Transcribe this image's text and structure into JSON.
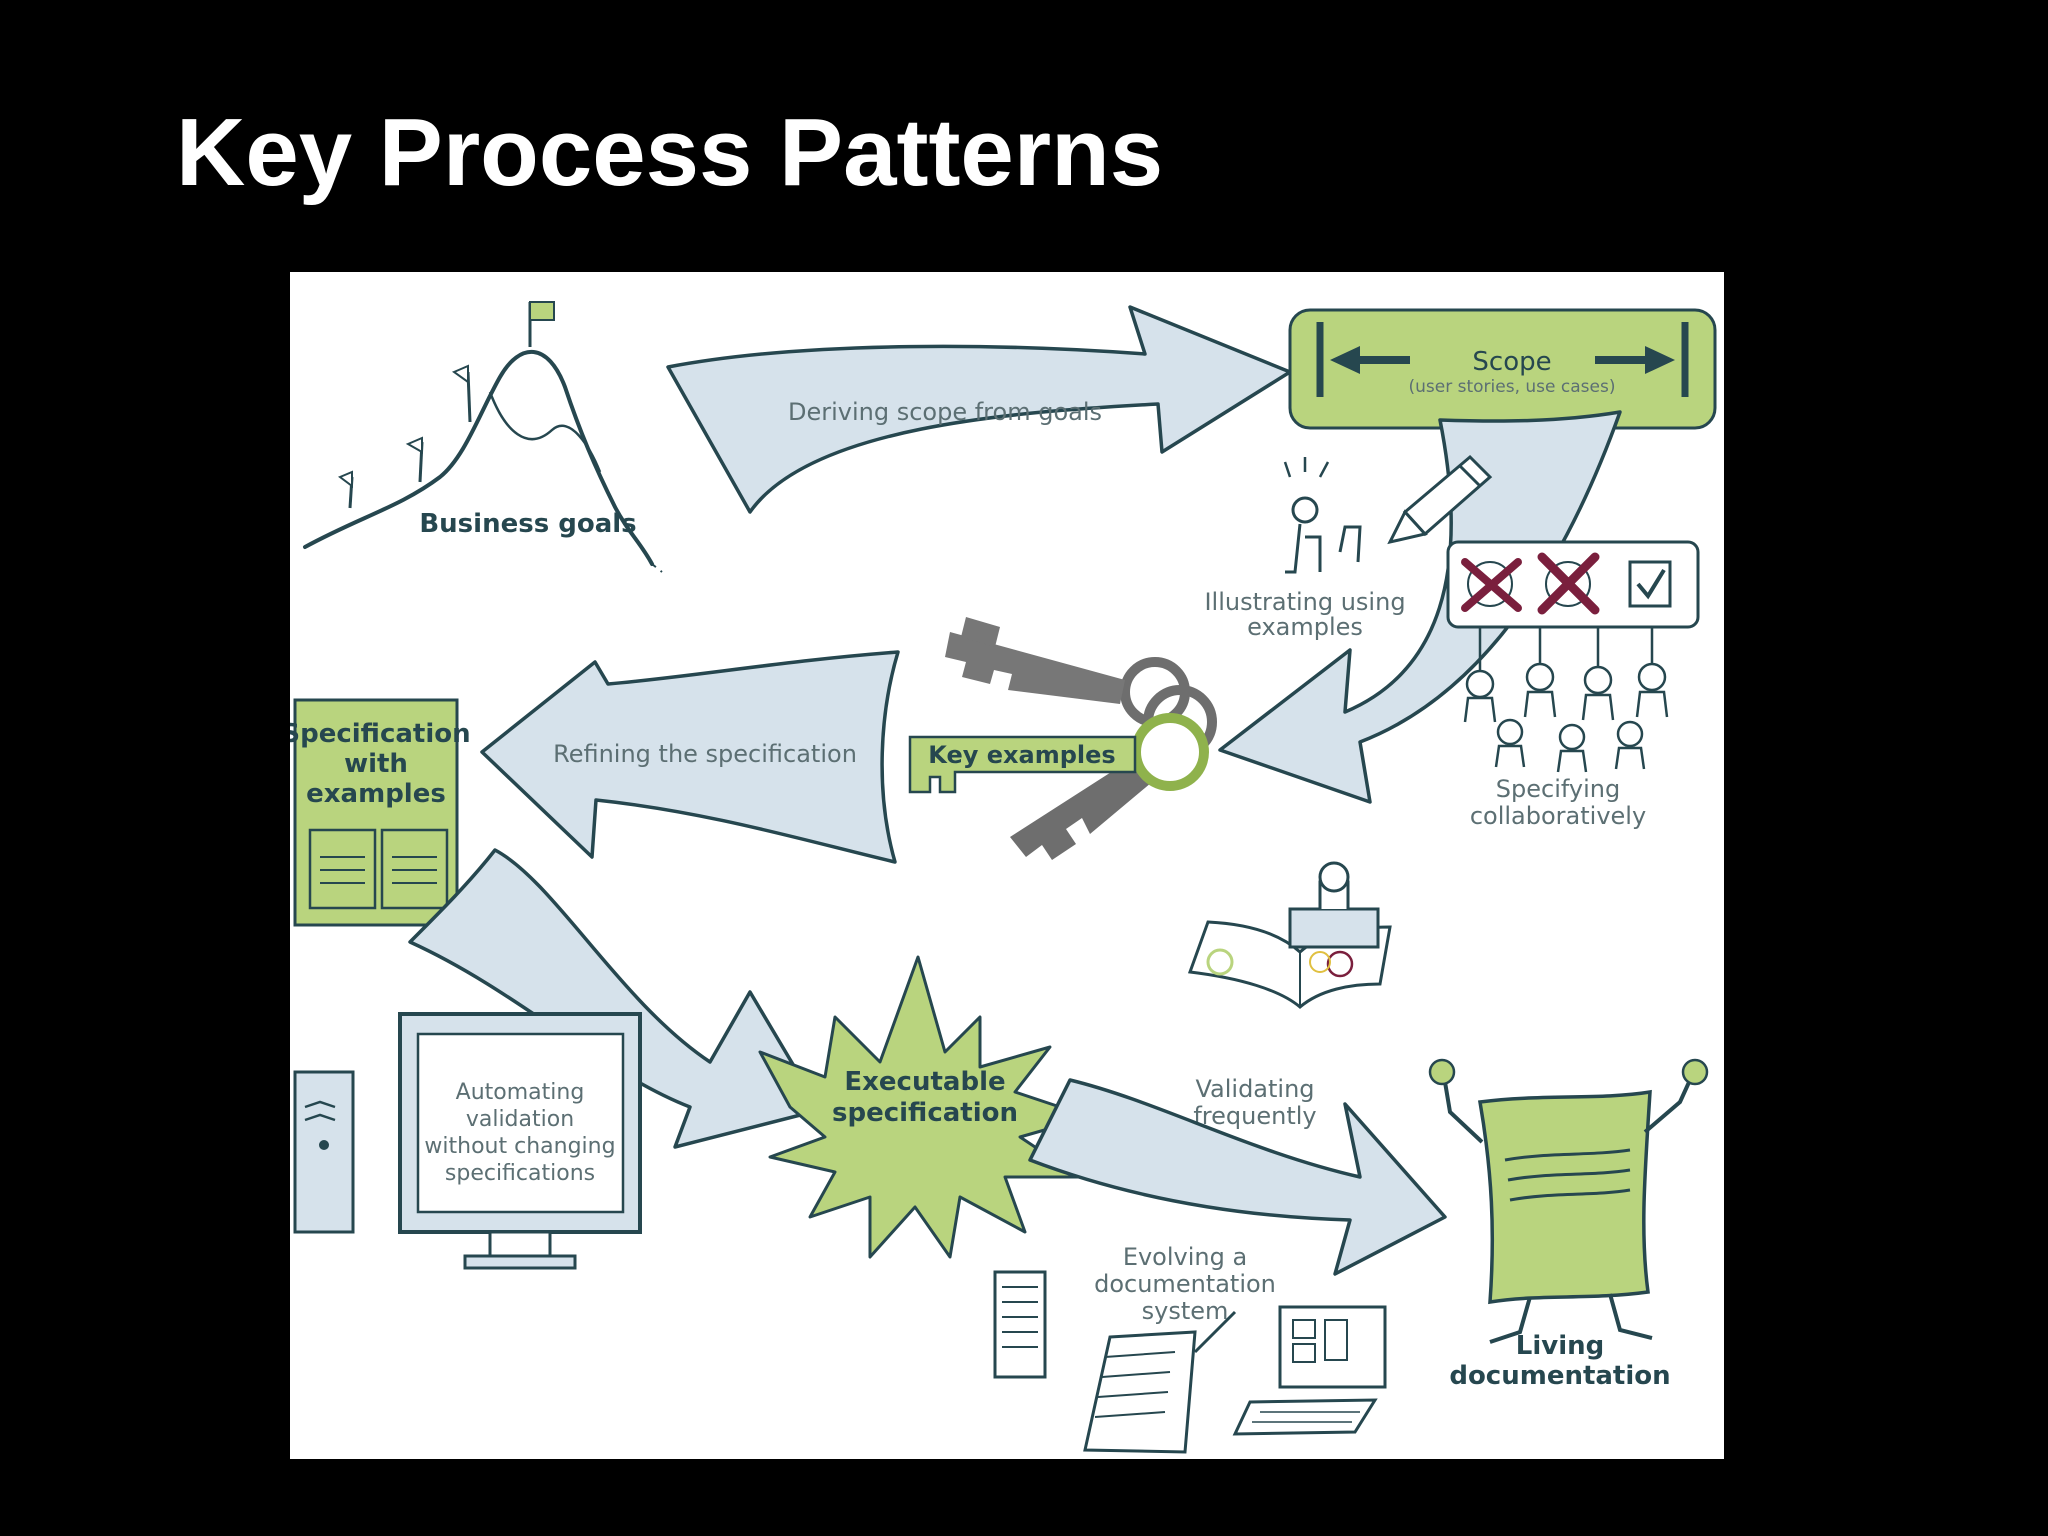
{
  "slide": {
    "title": "Key Process Patterns"
  },
  "diagram": {
    "business_goals": "Business goals",
    "deriving_scope": "Deriving scope from goals",
    "scope": {
      "title": "Scope",
      "subtitle": "(user stories, use cases)"
    },
    "illustrating": [
      "Illustrating using",
      "examples"
    ],
    "specifying": [
      "Specifying",
      "collaboratively"
    ],
    "key_examples": "Key examples",
    "refining": "Refining the specification",
    "spec_with_examples": [
      "Specification",
      "with",
      "examples"
    ],
    "automating": [
      "Automating",
      "validation",
      "without changing",
      "specifications"
    ],
    "executable": [
      "Executable",
      "specification"
    ],
    "validating": [
      "Validating",
      "frequently"
    ],
    "evolving": [
      "Evolving a",
      "documentation",
      "system"
    ],
    "living": [
      "Living",
      "documentation"
    ]
  },
  "colors": {
    "green": "#b9d47e",
    "green_dark": "#8fb24c",
    "arrow_fill": "#d6e2eb",
    "outline": "#26474f",
    "text": "#5c6f73",
    "cross": "#7a1f3d"
  }
}
